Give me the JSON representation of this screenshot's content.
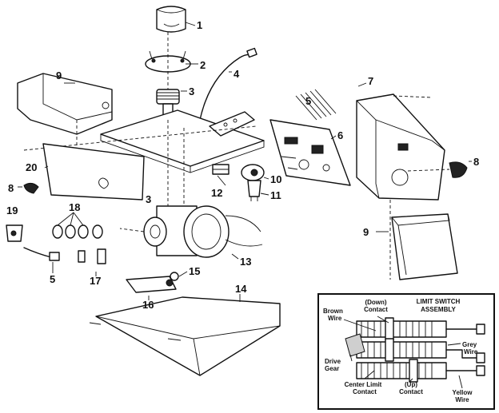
{
  "callouts": [
    {
      "id": "c1",
      "text": "1"
    },
    {
      "id": "c2",
      "text": "2"
    },
    {
      "id": "c3a",
      "text": "3"
    },
    {
      "id": "c3b",
      "text": "3"
    },
    {
      "id": "c4",
      "text": "4"
    },
    {
      "id": "c5a",
      "text": "5"
    },
    {
      "id": "c5b",
      "text": "5"
    },
    {
      "id": "c6",
      "text": "6"
    },
    {
      "id": "c7",
      "text": "7"
    },
    {
      "id": "c8a",
      "text": "8"
    },
    {
      "id": "c8b",
      "text": "8"
    },
    {
      "id": "c9a",
      "text": "9"
    },
    {
      "id": "c9b",
      "text": "9"
    },
    {
      "id": "c10",
      "text": "10"
    },
    {
      "id": "c11",
      "text": "11"
    },
    {
      "id": "c12",
      "text": "12"
    },
    {
      "id": "c13",
      "text": "13"
    },
    {
      "id": "c14",
      "text": "14"
    },
    {
      "id": "c15",
      "text": "15"
    },
    {
      "id": "c16",
      "text": "16"
    },
    {
      "id": "c17",
      "text": "17"
    },
    {
      "id": "c18",
      "text": "18"
    },
    {
      "id": "c19",
      "text": "19"
    },
    {
      "id": "c20",
      "text": "20"
    }
  ],
  "inset": {
    "title_line1": "LIMIT SWITCH",
    "title_line2": "ASSEMBLY",
    "brown_wire_1": "Brown",
    "brown_wire_2": "Wire",
    "down_contact_1": "(Down)",
    "down_contact_2": "Contact",
    "grey_wire_1": "Grey",
    "grey_wire_2": "Wire",
    "drive_gear_1": "Drive",
    "drive_gear_2": "Gear",
    "center_limit_1": "Center Limit",
    "center_limit_2": "Contact",
    "up_contact_1": "(Up)",
    "up_contact_2": "Contact",
    "yellow_wire_1": "Yellow",
    "yellow_wire_2": "Wire"
  }
}
